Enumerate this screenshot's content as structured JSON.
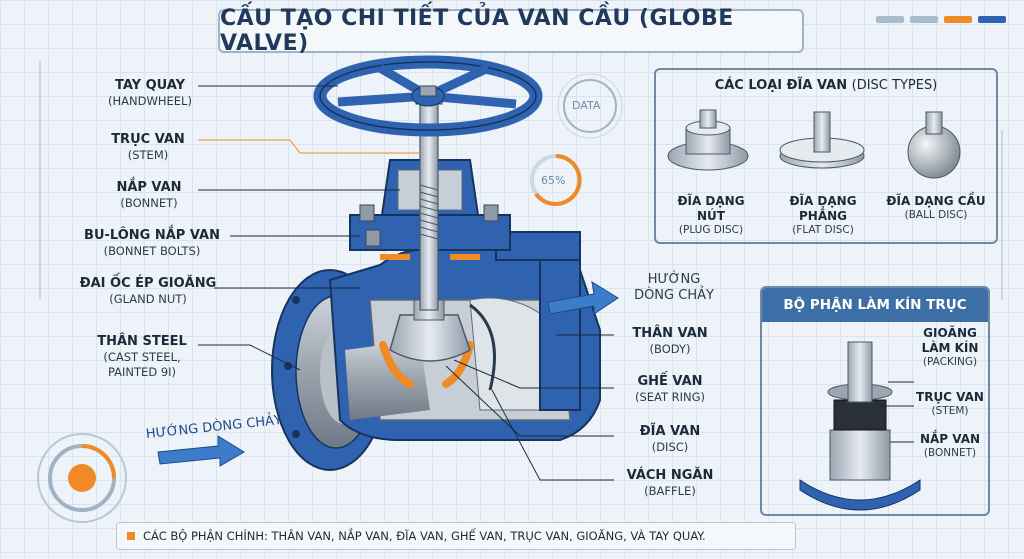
{
  "title": "CẤU TẠO CHI TIẾT CỦA VAN CẦU (GLOBE VALVE)",
  "colors": {
    "steel_blue": "#2f63b0",
    "dark_blue": "#1d4a8c",
    "accent_orange": "#f08a24",
    "panel_header": "#3d6ea5"
  },
  "labels_left": [
    {
      "main": "TAY QUAY",
      "sub": "(HANDWHEEL)"
    },
    {
      "main": "TRỤC VAN",
      "sub": "(STEM)"
    },
    {
      "main": "NẮP VAN",
      "sub": "(BONNET)"
    },
    {
      "main": "BU-LÔNG NẮP VAN",
      "sub": "(BONNET BOLTS)"
    },
    {
      "main": "ĐAI ỐC ÉP GIOĂNG",
      "sub": "(GLAND NUT)"
    },
    {
      "main": "THÂN STEEL",
      "sub": "(CAST STEEL,",
      "sub2": "PAINTED 9I)"
    }
  ],
  "labels_right": [
    {
      "main": "THÂN VAN",
      "sub": "(BODY)"
    },
    {
      "main": "GHẾ VAN",
      "sub": "(SEAT RING)"
    },
    {
      "main": "ĐĨA VAN",
      "sub": "(DISC)"
    },
    {
      "main": "VÁCH NGĂN",
      "sub": "(BAFFLE)"
    }
  ],
  "flow_left": "HƯỚNG DÒNG CHẢY",
  "flow_right": {
    "line1": "HƯỚNG",
    "line2": "DÒNG CHẢY"
  },
  "hud": {
    "data": "DATA",
    "percent": "65%"
  },
  "disc_types": {
    "title": "CÁC LOẠI ĐĨA VAN",
    "title_sub": "(DISC TYPES)",
    "items": [
      {
        "main": "ĐĨA DẠNG NÚT",
        "sub": "(PLUG DISC)"
      },
      {
        "main": "ĐĨA DẠNG PHẲNG",
        "sub": "(FLAT DISC)"
      },
      {
        "main": "ĐĨA DẠNG CẦU",
        "sub": "(BALL DISC)"
      }
    ]
  },
  "seal": {
    "title": "BỘ PHẬN LÀM KÍN TRỤC",
    "labels": [
      {
        "main1": "GIOĂNG",
        "main2": "LÀM KÍN",
        "sub": "(PACKING)"
      },
      {
        "main1": "TRỤC VAN",
        "main2": "",
        "sub": "(STEM)"
      },
      {
        "main1": "NẮP VAN",
        "main2": "",
        "sub": "(BONNET)"
      }
    ]
  },
  "footer": "CÁC BỘ PHẬN CHÍNH: THÂN VAN, NẮP VAN, ĐĨA VAN, GHẾ VAN, TRỤC VAN, GIOĂNG, VÀ TAY QUAY."
}
